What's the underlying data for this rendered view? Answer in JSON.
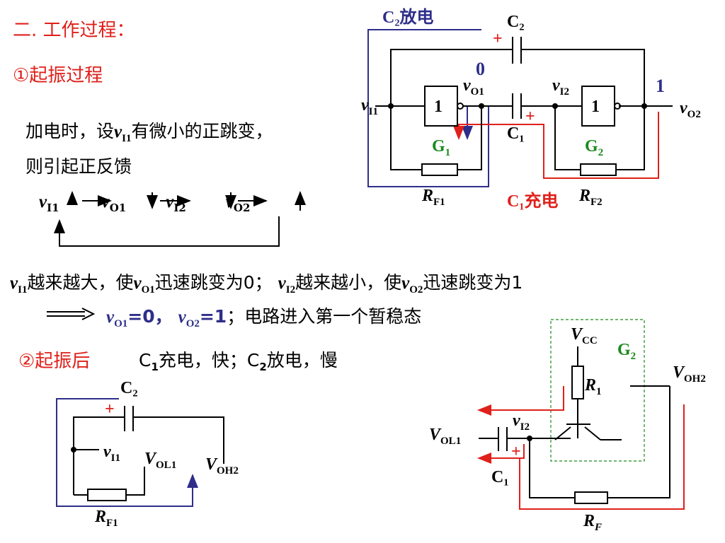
{
  "section_title": "二. 工作过程：",
  "step1_title": "①起振过程",
  "intro_line1_a": "加电时，设",
  "intro_line1_v": "v",
  "intro_line1_sub": "I1",
  "intro_line1_b": "有微小的正跳变，",
  "intro_line2": "则引起正反馈",
  "chain": {
    "t1": "v",
    "s1": "I1",
    "t2": "v",
    "s2": "O1",
    "t3": "v",
    "s3": "I2",
    "t4": "v",
    "s4": "O2"
  },
  "result_line": {
    "a_v": "v",
    "a_sub": "I1",
    "a_text": "越来越大，使",
    "b_v": "v",
    "b_sub": "O1",
    "b_text": "迅速跳变为0；",
    "c_v": "v",
    "c_sub": "I2",
    "c_text": "越来越小，使",
    "d_v": "v",
    "d_sub": "O2",
    "d_text": "迅速跳变为1"
  },
  "state_line": {
    "v1": "v",
    "s1": "O1",
    "t1": "=0，",
    "v2": "v",
    "s2": "O2",
    "t2": "=1",
    "text": "；电路进入第一个暂稳态"
  },
  "step2_title": "②起振后",
  "step2_text_a": "C",
  "step2_sub1": "1",
  "step2_text_b": "充电，快；C",
  "step2_sub2": "2",
  "step2_text_c": "放电，慢",
  "top_circuit": {
    "c2_discharge": "C₂放电",
    "c2_label": "C₂",
    "plus": "+",
    "zero": "0",
    "one": "1",
    "gate_symbol": "1",
    "vi1": "v",
    "vi1_sub": "I1",
    "vo1": "v",
    "vo1_sub": "O1",
    "vi2": "v",
    "vi2_sub": "I2",
    "vo2": "v",
    "vo2_sub": "O2",
    "c1_label": "C₁",
    "g1": "G",
    "g1_sub": "1",
    "g2": "G",
    "g2_sub": "2",
    "rf1": "R",
    "rf1_sub": "F1",
    "rf2": "R",
    "rf2_sub": "F2",
    "c1_charge": "C₁充电"
  },
  "bottom_left_circuit": {
    "c2_label": "C₂",
    "plus": "+",
    "vi1": "v",
    "vi1_sub": "I1",
    "vol1": "V",
    "vol1_sub": "OL1",
    "voh2": "V",
    "voh2_sub": "OH2",
    "rf1": "R",
    "rf1_sub": "F1"
  },
  "bottom_right_circuit": {
    "vcc": "V",
    "vcc_sub": "CC",
    "g2": "G",
    "g2_sub": "2",
    "r1": "R",
    "r1_sub": "1",
    "voh2": "V",
    "voh2_sub": "OH2",
    "vi2": "v",
    "vi2_sub": "I2",
    "vol1": "V",
    "vol1_sub": "OL1",
    "plus": "+",
    "c1_label": "C₁",
    "rf": "R",
    "rf_sub": "F"
  },
  "colors": {
    "heading_red": "#e0201a",
    "wire_red": "#e0201a",
    "wire_blue": "#2e2e8a",
    "green": "#1a8a1a"
  }
}
